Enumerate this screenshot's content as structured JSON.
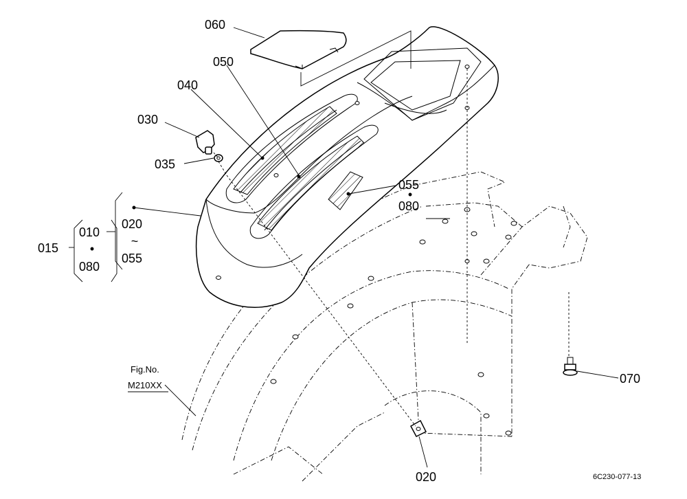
{
  "labels": {
    "p060": "060",
    "p050": "050",
    "p040": "040",
    "p030": "030",
    "p035": "035",
    "p055": "055",
    "p080": "080",
    "p015": "015",
    "p010": "010",
    "p010_dot": "•",
    "p010_080": "080",
    "p020_range_start": "020",
    "p020_range_tilde": "~",
    "p020_range_end": "055",
    "p070": "070",
    "p020": "020"
  },
  "figure": {
    "fig_label": "Fig.No.",
    "fig_number": "M210XX",
    "drawing_code": "6C230-077-13"
  }
}
